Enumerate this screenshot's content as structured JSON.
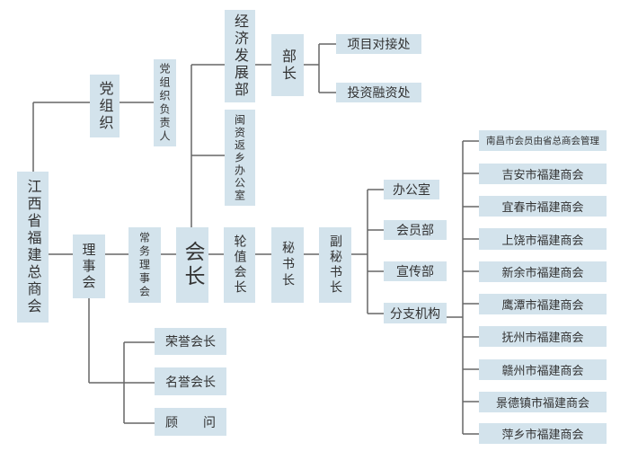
{
  "colors": {
    "box_fill": "#d3e3ec",
    "line": "#666666",
    "text": "#333333"
  },
  "root": "江西省福建总商会",
  "party": {
    "org": "党组织",
    "leader": "党组织负责人"
  },
  "economic": {
    "dept": "经济发展部",
    "minister": "部长",
    "project": "项目对接处",
    "finance": "投资融资处"
  },
  "return_office": "闽资返乡办公室",
  "chain": {
    "council": "理事会",
    "standing": "常务理事会",
    "president": "会长",
    "rotating": "轮值会长",
    "secretary": "秘书长",
    "deputy": "副秘书长"
  },
  "honor": {
    "honorary_president": "荣誉会长",
    "nominal_president": "名誉会长",
    "advisor": "顾　　问"
  },
  "departments": [
    "办公室",
    "会员部",
    "宣传部",
    "分支机构"
  ],
  "branches": [
    "南昌市会员由省总商会管理",
    "吉安市福建商会",
    "宜春市福建商会",
    "上饶市福建商会",
    "新余市福建商会",
    "鹰潭市福建商会",
    "抚州市福建商会",
    "赣州市福建商会",
    "景德镇市福建商会",
    "萍乡市福建商会"
  ]
}
